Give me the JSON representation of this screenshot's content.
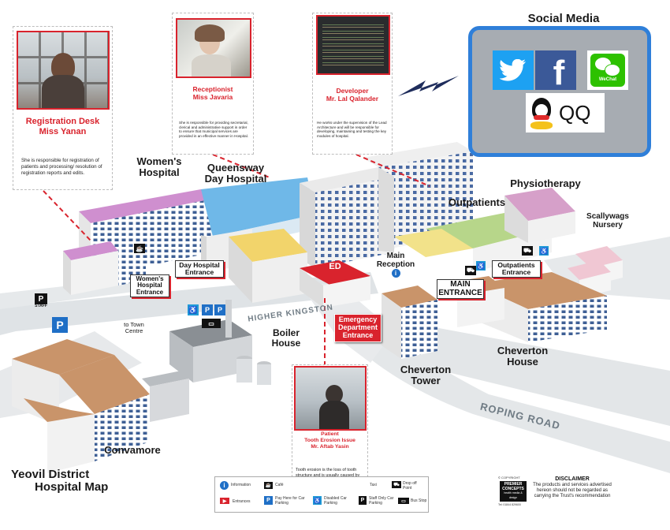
{
  "cards": {
    "registration": {
      "title_line1": "Registration Desk",
      "title_line2": "Miss Yanan",
      "text": "She is responsible for registration of patients and processing/ resolution of registration reports and edits."
    },
    "receptionist": {
      "title_line1": "Receptionist",
      "title_line2": "Miss Javaria",
      "text": "She is responsible for providing secretarial, clerical and administrative support in order to ensure that municipal services are provided in an effective manner in Hospital."
    },
    "developer": {
      "title_line1": "Developer",
      "title_line2": "Mr. Lal Qalander",
      "text": "He works under the supervision of the Lead Architecture and will be responsible for developing, maintaining and testing the key modules of hospital."
    },
    "patient": {
      "title_line1": "Patient",
      "title_line2": "Tooth Erosion Issue",
      "title_line3": "Mr. Aftab Yasin",
      "text": "Tooth erosion is the loss of tooth structure and is usually caused by acid attacking the enamel."
    }
  },
  "social": {
    "heading": "Social Media",
    "wechat": "WeChat",
    "qq": "QQ"
  },
  "buildings": {
    "womens_hospital": "Women's Hospital",
    "queensway": "Queensway Day Hospital",
    "physiotherapy": "Physiotherapy",
    "outpatients": "Outpatients",
    "scallywags": "Scallywags Nursery",
    "main_reception": "Main Reception",
    "boiler_house": "Boiler House",
    "cheverton_tower": "Cheverton Tower",
    "cheverton_house": "Cheverton House",
    "convamore": "Convamore",
    "ed": "ED"
  },
  "signs": {
    "womens_entrance": "Women's Hospital Entrance",
    "day_hospital_entrance": "Day Hospital Entrance",
    "main_entrance": "MAIN ENTRANCE",
    "outpatients_entrance": "Outpatients Entrance",
    "emergency_entrance": "Emergency Department Entrance",
    "to_town": "to Town Centre",
    "staff": "STAFF"
  },
  "roads": {
    "higher_kingston": "HIGHER KINGSTON",
    "roping_road": "ROPING ROAD"
  },
  "map_title": {
    "line1": "Yeovil District",
    "line2": "Hospital Map"
  },
  "legend": {
    "information": "Information",
    "cafe": "Café",
    "taxi": "Taxi",
    "drop_off": "Drop off Point",
    "entrances": "Entrances",
    "pay_parking": "Pay Here for Car Parking",
    "disabled_parking": "Disabled Car Parking",
    "staff_parking": "Staff Only Car Parking",
    "bus_stop": "Bus Stop"
  },
  "disclaimer": {
    "heading": "DISCLAIMER",
    "text": "The products and services advertised hereon should not be regarded as carrying the Trust's recommendation",
    "copyright": "© COPYRIGHT",
    "brand": "PREMIER CONCEPTS",
    "brand_sub": "health media & design",
    "phone": "Tel: 01844 829600"
  },
  "colors": {
    "accent_red": "#d9232d",
    "womens_roof": "#cf8fcf",
    "queensway_roof": "#6fb8e8",
    "yellow_roof": "#f2d46b",
    "outpatients_roof": "#b7d68a",
    "physio_roof": "#d6a0c9",
    "nursery_roof": "#f0c7d3",
    "brick_roof": "#c9946a",
    "social_border": "#2f7fd9",
    "social_bg": "#a7acb2"
  }
}
